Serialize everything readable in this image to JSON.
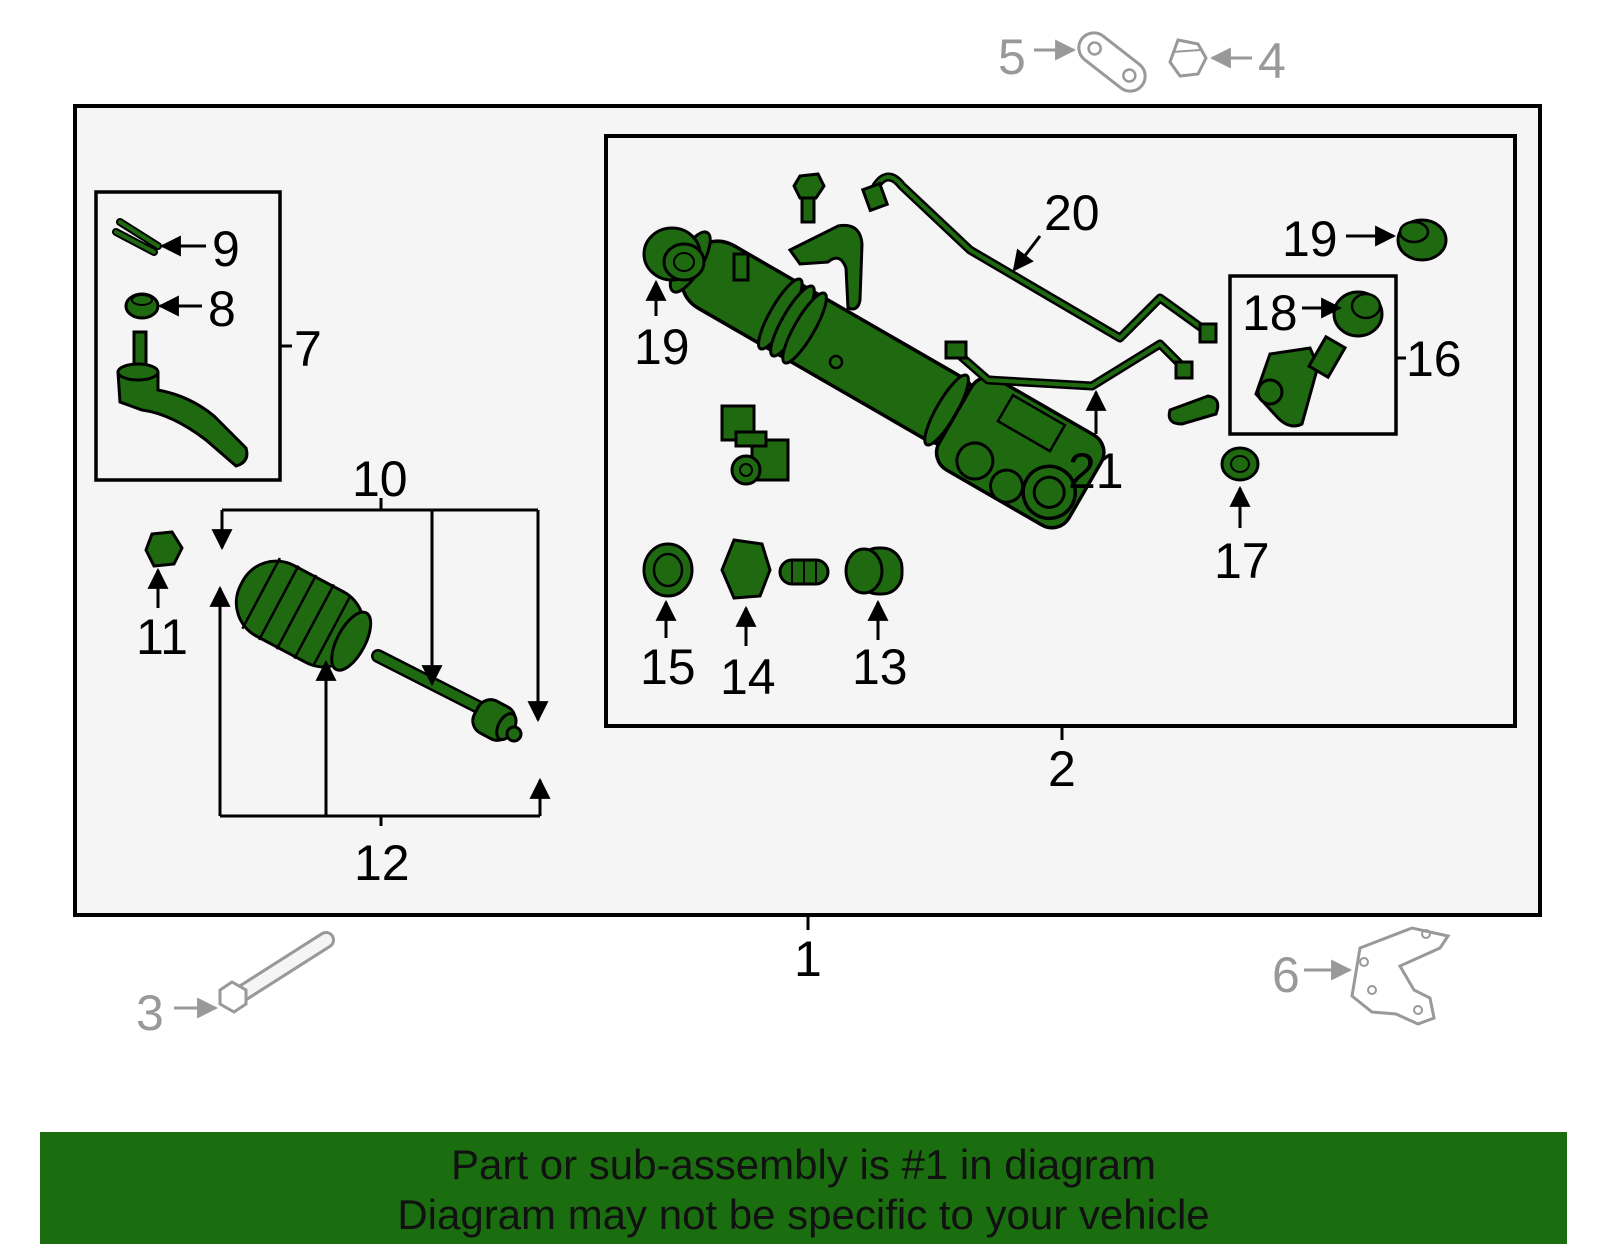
{
  "colors": {
    "part_fill": "#1f6a10",
    "part_stroke": "#0a0a0a",
    "gray_part": "#999999",
    "panel_bg": "#f5f5f5",
    "footer_bg": "#1a6e0f"
  },
  "callouts": {
    "n1": "1",
    "n2": "2",
    "n3": "3",
    "n4": "4",
    "n5": "5",
    "n6": "6",
    "n7": "7",
    "n8": "8",
    "n9": "9",
    "n10": "10",
    "n11": "11",
    "n12": "12",
    "n13": "13",
    "n14": "14",
    "n15": "15",
    "n16": "16",
    "n17": "17",
    "n18": "18",
    "n19a": "19",
    "n19b": "19",
    "n20": "20",
    "n21": "21"
  },
  "footer": {
    "line1": "Part or sub-assembly is #1 in diagram",
    "line2": "Diagram may not be specific to your vehicle"
  }
}
